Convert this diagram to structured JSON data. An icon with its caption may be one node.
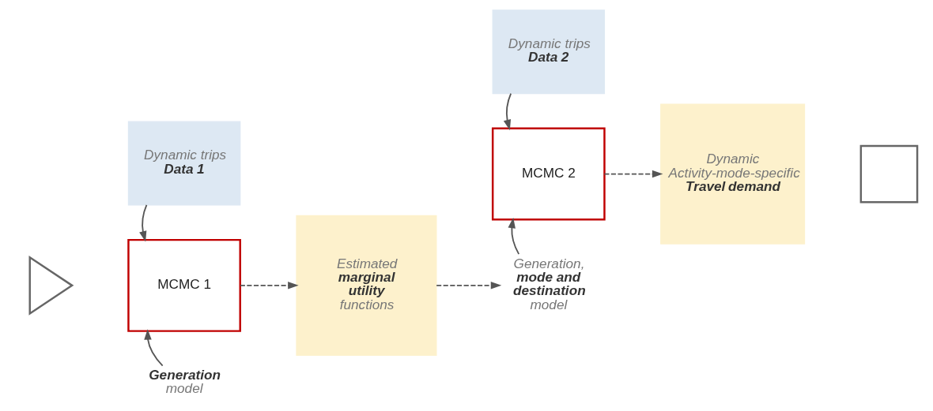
{
  "diagram": {
    "nodes": [
      {
        "text": [],
        "shape": "triangle"
      },
      {
        "text": [
          "Dynamic trips **Data 1**"
        ]
      },
      {
        "text": [
          "MCMC 1"
        ]
      },
      {
        "text": [
          "**Generation** model"
        ]
      },
      {
        "text": [
          "Estimated **marginal utility** functions"
        ]
      },
      {
        "text": [
          "Dynamic trips **Data 2**"
        ]
      },
      {
        "text": [
          "MCMC 2"
        ]
      },
      {
        "text": [
          "Generation, **mode and destination** model"
        ]
      },
      {
        "text": [
          "Dynamic Activity-mode-specific **Travel demand**"
        ]
      },
      {
        "text": [],
        "shape": "box"
      }
    ],
    "edges": [
      {
        "from": 1,
        "to": 2,
        "arrow": "to"
      },
      {
        "from": 3,
        "to": 2,
        "arrow": "to"
      },
      {
        "from": 2,
        "to": 4,
        "arrow": "to",
        "style": "dashed"
      },
      {
        "from": 4,
        "to": 7,
        "arrow": "to",
        "style": "dashed"
      },
      {
        "from": 5,
        "to": 6,
        "arrow": "to"
      },
      {
        "from": 7,
        "to": 6,
        "arrow": "to"
      },
      {
        "from": 6,
        "to": 8,
        "arrow": "to",
        "style": "dashed"
      }
    ]
  }
}
